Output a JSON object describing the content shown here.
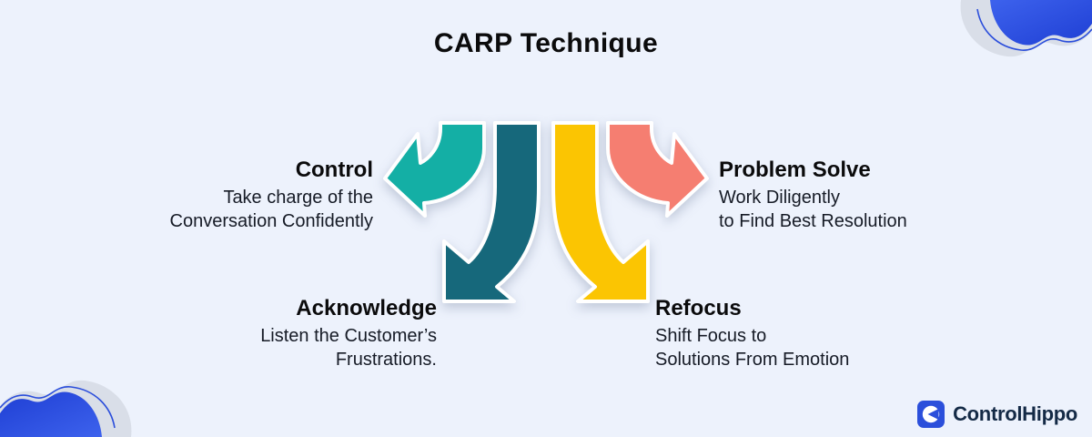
{
  "title": "CARP Technique",
  "steps": [
    {
      "label": "Control",
      "desc_lines": [
        "Take charge of the",
        "Conversation Confidently"
      ],
      "color": "#14AFA5"
    },
    {
      "label": "Acknowledge",
      "desc_lines": [
        "Listen the Customer’s",
        "Frustrations."
      ],
      "color": "#16687B"
    },
    {
      "label": "Refocus",
      "desc_lines": [
        "Shift Focus to",
        "Solutions From Emotion"
      ],
      "color": "#FBC502"
    },
    {
      "label": "Problem Solve",
      "desc_lines": [
        "Work Diligently",
        "to Find Best Resolution"
      ],
      "color": "#F57E71"
    }
  ],
  "brand": {
    "name": "ControlHippo",
    "icon_color": "#2B4FDB",
    "text_color": "#142A46"
  },
  "colors": {
    "background": "#EDF2FC",
    "blob_blue": "#1F3FD4",
    "blob_blue_light": "#3D62ED",
    "blob_outline": "#2B4EDB",
    "blob_gray": "#D9DEE8"
  }
}
